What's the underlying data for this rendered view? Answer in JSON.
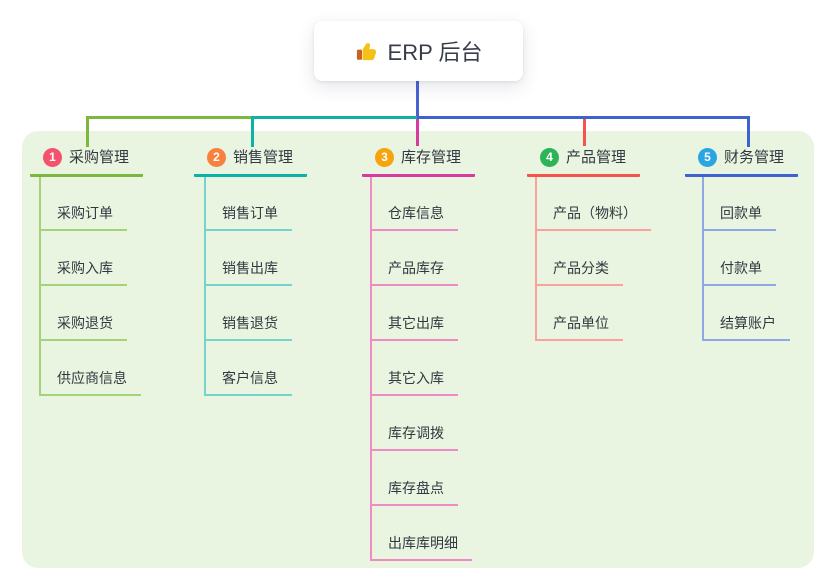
{
  "root": {
    "title": "ERP 后台",
    "icon": "thumbs-up-icon"
  },
  "colors": {
    "page_bg": "#ffffff",
    "panel_bg": "#e9f5e1",
    "card_bg": "#ffffff",
    "root_text": "#373e49",
    "node_text": "#333840",
    "root_line": "#4a63d4",
    "badge_text": "#ffffff"
  },
  "branches": [
    {
      "badge": "1",
      "label": "采购管理",
      "badge_color": "#f4536e",
      "line_color": "#7cb83e",
      "child_line_color": "#a4d277",
      "children": [
        "采购订单",
        "采购入库",
        "采购退货",
        "供应商信息"
      ]
    },
    {
      "badge": "2",
      "label": "销售管理",
      "badge_color": "#f8813f",
      "line_color": "#0db2a7",
      "child_line_color": "#74d4cb",
      "children": [
        "销售订单",
        "销售出库",
        "销售退货",
        "客户信息"
      ]
    },
    {
      "badge": "3",
      "label": "库存管理",
      "badge_color": "#f5a40e",
      "line_color": "#d63c9f",
      "child_line_color": "#f08cc5",
      "children": [
        "仓库信息",
        "产品库存",
        "其它出库",
        "其它入库",
        "库存调拨",
        "库存盘点",
        "出库库明细"
      ]
    },
    {
      "badge": "4",
      "label": "产品管理",
      "badge_color": "#2eb457",
      "line_color": "#f4544b",
      "child_line_color": "#f9a39c",
      "children": [
        "产品（物料）",
        "产品分类",
        "产品单位"
      ]
    },
    {
      "badge": "5",
      "label": "财务管理",
      "badge_color": "#2aa5e4",
      "line_color": "#3e63d0",
      "child_line_color": "#90a7e5",
      "children": [
        "回款单",
        "付款单",
        "结算账户"
      ]
    }
  ]
}
